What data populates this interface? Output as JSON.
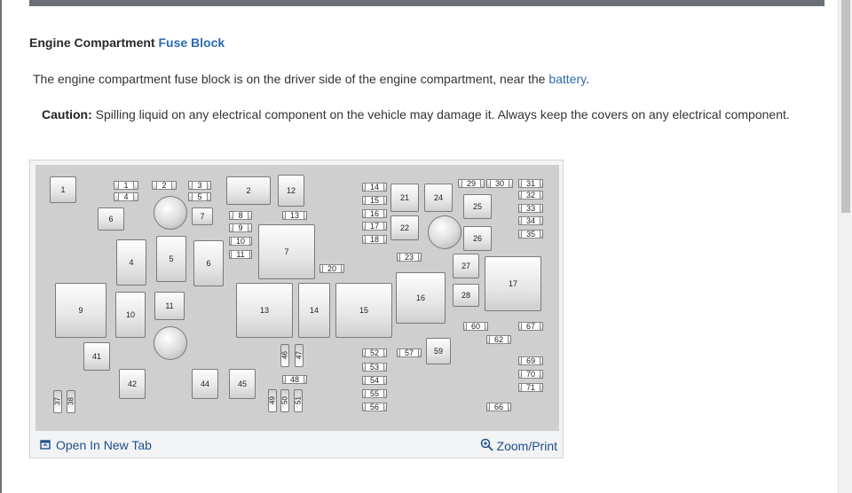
{
  "heading": {
    "prefix": "Engine Compartment ",
    "link": "Fuse Block"
  },
  "intro": {
    "text": "The engine compartment fuse block is on the driver side of the engine compartment, near the ",
    "link": "battery",
    "suffix": "."
  },
  "caution": {
    "label": "Caution:",
    "text": " Spilling liquid on any electrical component on the vehicle may damage it. Always keep the covers on any electrical component."
  },
  "figure": {
    "open_new_tab": "Open In New Tab",
    "zoom_print": "Zoom/Print",
    "icons": {
      "open": "new-tab-icon",
      "zoom": "zoom-in-icon"
    },
    "fuse_labels": {
      "f1": "1",
      "f2": "2",
      "f4": "4",
      "f5": "5",
      "f6": "6",
      "f7": "7",
      "f9": "9",
      "f10": "10",
      "f11": "11",
      "f12": "12",
      "f13": "13",
      "f14": "14",
      "f15": "15",
      "f16": "16",
      "f17": "17",
      "f21": "21",
      "f22": "22",
      "f24": "24",
      "f25": "25",
      "f26": "26",
      "f27": "27",
      "f28": "28",
      "f41": "41",
      "f42": "42",
      "f44": "44",
      "f45": "45",
      "f59": "59",
      "s1": "1",
      "s2": "2",
      "s3": "3",
      "s4": "4",
      "s5": "5",
      "s6": "6",
      "s7": "7",
      "s8": "8",
      "s9": "9",
      "s10": "10",
      "s11": "11",
      "s13": "13",
      "s14": "14",
      "s15": "15",
      "s16": "16",
      "s17": "17",
      "s18": "18",
      "s20": "20",
      "s23": "23",
      "s29": "29",
      "s30": "30",
      "s31": "31",
      "s32": "32",
      "s33": "33",
      "s34": "34",
      "s35": "35",
      "s37": "37",
      "s38": "38",
      "s46": "46",
      "s47": "47",
      "s48": "48",
      "s49": "49",
      "s50": "50",
      "s51": "51",
      "s52": "52",
      "s53": "53",
      "s54": "54",
      "s55": "55",
      "s56": "56",
      "s57": "57",
      "s60": "60",
      "s62": "62",
      "s66": "66",
      "s67": "67",
      "s69": "69",
      "s70": "70",
      "s71": "71"
    }
  }
}
